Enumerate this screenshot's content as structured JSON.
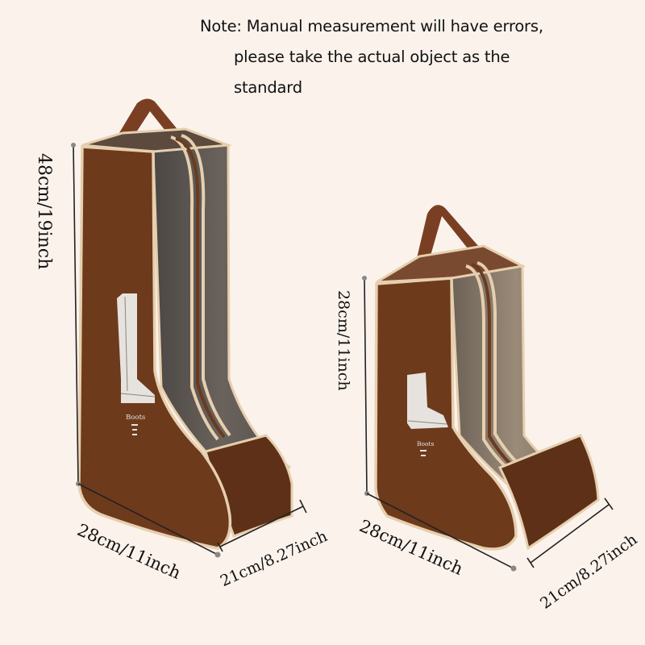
{
  "note": {
    "line1": "Note: Manual measurement will have errors,",
    "line2": "please take the actual object as the",
    "line3": "standard"
  },
  "products": [
    {
      "name": "tall-boot-storage-bag",
      "label": "Boots",
      "height": "48cm/19inch",
      "length": "28cm/11inch",
      "depth": "21cm/8.27inch"
    },
    {
      "name": "short-boot-storage-bag",
      "label": "Boots",
      "height": "28cm/11inch",
      "length": "28cm/11inch",
      "depth": "21cm/8.27inch"
    }
  ],
  "colors": {
    "background": "#fbf2ec",
    "bag_brown": "#6e3a1c",
    "bag_side": "#5a2e16",
    "trim": "#e6cfae",
    "window": "#5a5550",
    "handle": "#7a3f22",
    "boot_icon": "#e6e3df"
  }
}
